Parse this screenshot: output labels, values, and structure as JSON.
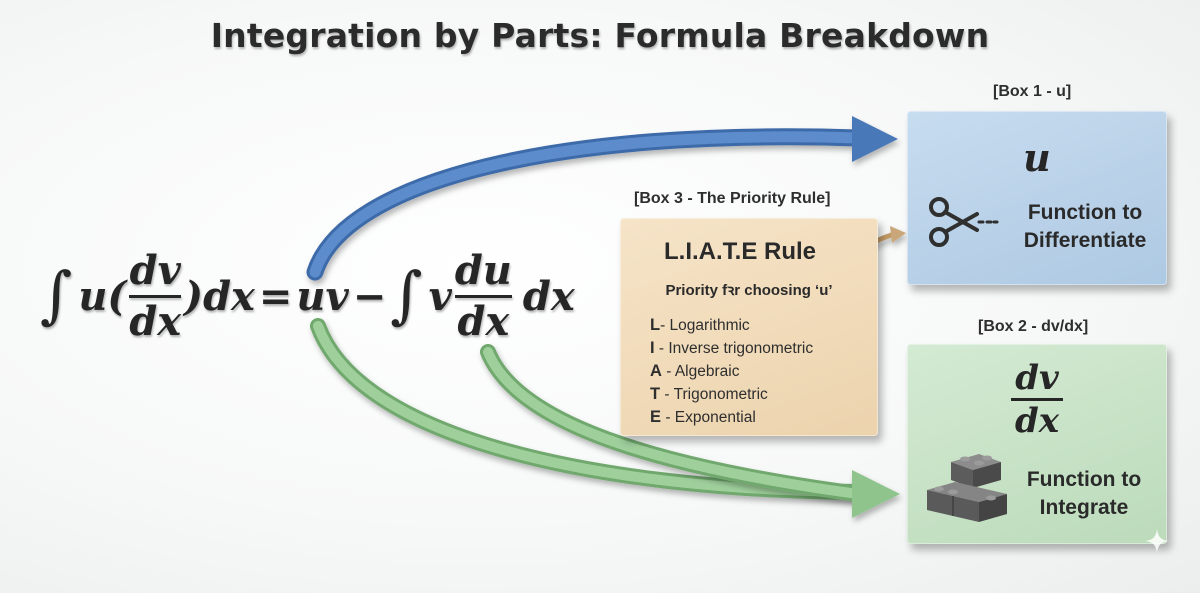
{
  "title": "Integration by Parts: Formula Breakdown",
  "formula": {
    "integral_sign": "∫",
    "u": "u(",
    "frac1_num": "dv",
    "frac1_den": "dx",
    "close_dx": ")dx",
    "equals": "=",
    "uv": "uv",
    "minus": "−",
    "integral_sign_2": "∫",
    "v": "v",
    "frac2_num": "du",
    "frac2_den": "dx",
    "dx_end": "dx"
  },
  "box_u": {
    "label": "[Box 1 - u]",
    "symbol": "u",
    "text_line1": "Function to",
    "text_line2": "Differentiate",
    "icon": "scissors-icon",
    "color": "#b9d2ea"
  },
  "box_dv": {
    "label": "[Box 2 - dv/dx]",
    "symbol_num": "dv",
    "symbol_den": "dx",
    "text_line1": "Function to",
    "text_line2": "Integrate",
    "icon": "blocks-icon",
    "color": "#c8e2c7"
  },
  "box_liate": {
    "label": "[Box 3 - The Priority Rule]",
    "title": "L.I.A.T.E Rule",
    "subtitle": "Priority fꝛr choosing ‘u’",
    "items": [
      {
        "letter": "L",
        "text": "- Logarithmic"
      },
      {
        "letter": "I",
        "text": " - Inverse trigonometric"
      },
      {
        "letter": "A",
        "text": " - Algebraic"
      },
      {
        "letter": "T",
        "text": " - Trigonometric"
      },
      {
        "letter": "E",
        "text": " - Exponential"
      }
    ],
    "color": "#f1dcbb"
  },
  "colors": {
    "blue_arrow": "#4a78b8",
    "green_arrow": "#8fc48d",
    "small_arrow": "#caa77a"
  }
}
